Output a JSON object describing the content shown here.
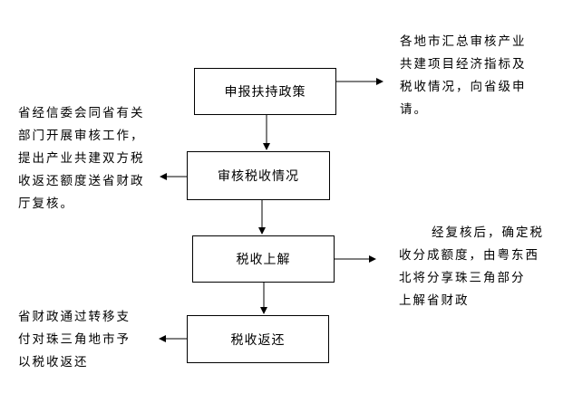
{
  "steps": [
    "申报扶持政策",
    "审核税收情况",
    "税收上解",
    "税收返还"
  ],
  "notes": {
    "step1_right": [
      "各地市汇总审核产业",
      "共建项目经济指标及",
      "税收情况，向省级申",
      "请。"
    ],
    "step2_left": [
      "省经信委会同省有关",
      "部门开展审核工作，",
      "提出产业共建双方税",
      "收返还额度送省财政",
      "厅复核。"
    ],
    "step3_right": [
      "经复核后，确定税",
      "收分成额度，由粤东西",
      "北将分享珠三角部分",
      "上解省财政"
    ],
    "step4_left": [
      "省财政通过转移支",
      "付对珠三角地市予",
      "以税收返还"
    ]
  }
}
